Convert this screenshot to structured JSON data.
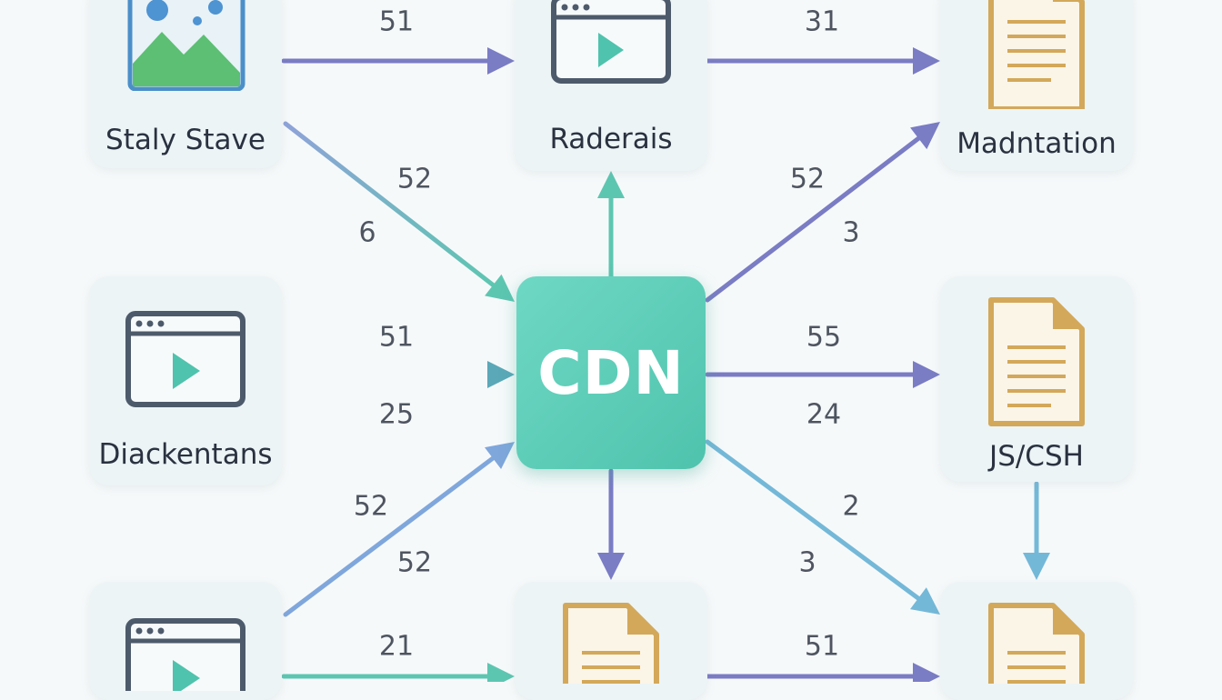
{
  "cdn": {
    "label": "CDN"
  },
  "nodes": {
    "staly_stave": {
      "label": "Staly Stave",
      "icon": "image-icon"
    },
    "raderais": {
      "label": "Raderais",
      "icon": "video-window-icon"
    },
    "madntation": {
      "label": "Madntation",
      "icon": "document-icon"
    },
    "diackentans": {
      "label": "Diackentans",
      "icon": "video-window-icon"
    },
    "js_csh": {
      "label": "JS/CSH",
      "icon": "document-icon"
    },
    "bottom_left": {
      "icon": "video-window-icon"
    },
    "bottom_center": {
      "icon": "document-icon"
    },
    "bottom_right": {
      "icon": "document-icon"
    }
  },
  "edges": [
    {
      "from": "staly_stave",
      "to": "raderais",
      "labels": [
        "51"
      ]
    },
    {
      "from": "raderais",
      "to": "madntation",
      "labels": [
        "31"
      ]
    },
    {
      "from": "staly_stave",
      "to": "cdn",
      "labels": [
        "52",
        "6"
      ]
    },
    {
      "from": "cdn",
      "to": "raderais",
      "labels": []
    },
    {
      "from": "cdn",
      "to": "madntation",
      "labels": [
        "52",
        "3"
      ]
    },
    {
      "from": "diackentans",
      "to": "cdn",
      "labels": [
        "51",
        "25"
      ]
    },
    {
      "from": "cdn",
      "to": "js_csh",
      "labels": [
        "55",
        "24"
      ]
    },
    {
      "from": "bottom_left",
      "to": "cdn",
      "labels": [
        "52",
        "52"
      ]
    },
    {
      "from": "cdn",
      "to": "bottom_center",
      "labels": []
    },
    {
      "from": "cdn",
      "to": "bottom_right",
      "labels": [
        "2",
        "3"
      ]
    },
    {
      "from": "js_csh",
      "to": "bottom_right",
      "labels": []
    },
    {
      "from": "bottom_left",
      "to": "bottom_center",
      "labels": [
        "21"
      ]
    },
    {
      "from": "bottom_center",
      "to": "bottom_right",
      "labels": [
        "51"
      ]
    }
  ],
  "colors": {
    "teal": "#5dc6b1",
    "indigo": "#7a7cc4",
    "blue": "#7fa7dc",
    "sky": "#74b8d8",
    "doc_gold": "#d3a85a",
    "window_slate": "#4d5a6b"
  }
}
